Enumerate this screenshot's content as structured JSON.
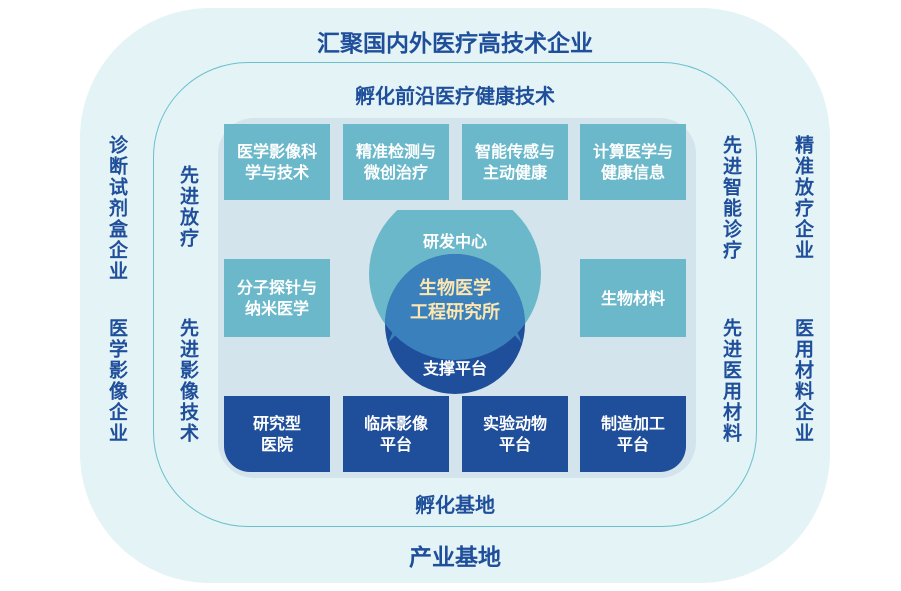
{
  "outer": {
    "title_top": "汇聚国内外医疗高技术企业",
    "title_bottom": "产业基地",
    "left_top": "诊断试剂盒企业",
    "left_bottom": "医学影像企业",
    "right_top": "精准放疗企业",
    "right_bottom": "医用材料企业"
  },
  "middle": {
    "title_top": "孵化前沿医疗健康技术",
    "title_bottom": "孵化基地",
    "left_top": "先进放疗",
    "left_bottom": "先进影像技术",
    "right_top": "先进智能诊疗",
    "right_bottom": "先进医用材料"
  },
  "core": {
    "top_boxes": [
      "医学影像科\n学与技术",
      "精准检测与\n微创治疗",
      "智能传感与\n主动健康",
      "计算医学与\n健康信息"
    ],
    "left_box": "分子探针与\n纳米医学",
    "right_box": "生物材料",
    "bottom_boxes": [
      "研究型\n医院",
      "临床影像\n平台",
      "实验动物\n平台",
      "制造加工\n平台"
    ],
    "circle_top": "研发中心",
    "circle_center": "生物医学\n工程研究所",
    "circle_bottom": "支撑平台"
  },
  "colors": {
    "outer_bg": "#e3f3f6",
    "ring": "#6cc0cd",
    "core_bg": "#d3e4ec",
    "teal": "#6ab8c9",
    "navy": "#1f4e9a",
    "center_text": "#fde6b0"
  }
}
